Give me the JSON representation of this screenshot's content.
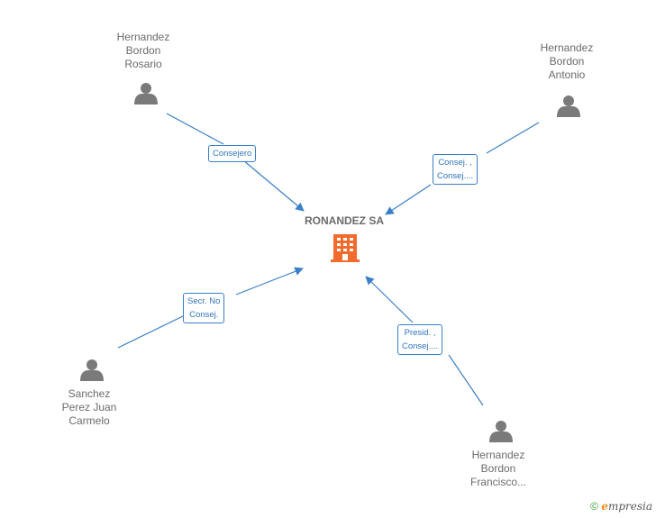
{
  "company": {
    "name": "RONANDEZ SA",
    "icon": "building-icon",
    "icon_color": "#f26b2d"
  },
  "people": [
    {
      "id": "p1",
      "name": "Hernandez\nBordon\nRosario",
      "role": "Consejero"
    },
    {
      "id": "p2",
      "name": "Hernandez\nBordon\nAntonio",
      "role": "Consej. ,\nConsej...."
    },
    {
      "id": "p3",
      "name": "Sanchez\nPerez Juan\nCarmelo",
      "role": "Secr.  No\nConsej."
    },
    {
      "id": "p4",
      "name": "Hernandez\nBordon\nFrancisco...",
      "role": "Presid. ,\nConsej...."
    }
  ],
  "colors": {
    "edge": "#3a7fc8",
    "person": "#7a7a7a",
    "text": "#6b6b6b"
  },
  "footer": {
    "copyright": "©",
    "brand_e": "e",
    "brand_rest": "mpresia"
  }
}
